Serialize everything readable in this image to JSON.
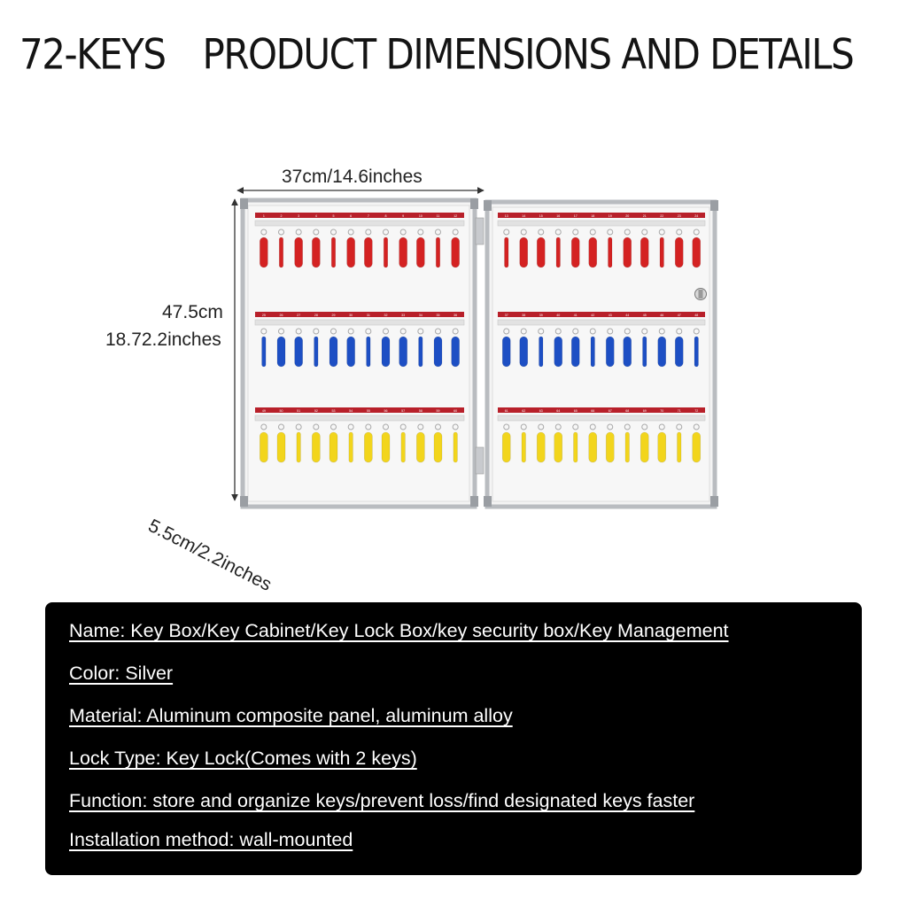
{
  "header": {
    "count_label": "72-KEYS",
    "title": "PRODUCT DIMENSIONS AND DETAILS"
  },
  "dimensions": {
    "width": "37cm/14.6inches",
    "height_cm": "47.5cm",
    "height_in": "18.72.2inches",
    "depth": "5.5cm/2.2inches"
  },
  "cabinet": {
    "rows": [
      {
        "color": "#d42222",
        "left_numbers": [
          "1",
          "2",
          "3",
          "4",
          "5",
          "6",
          "7",
          "8",
          "9",
          "10",
          "11",
          "12"
        ],
        "right_numbers": [
          "13",
          "14",
          "15",
          "16",
          "17",
          "18",
          "19",
          "20",
          "21",
          "22",
          "23",
          "24"
        ]
      },
      {
        "color": "#1d4fc4",
        "left_numbers": [
          "25",
          "26",
          "27",
          "28",
          "29",
          "30",
          "31",
          "32",
          "33",
          "34",
          "35",
          "36"
        ],
        "right_numbers": [
          "37",
          "38",
          "39",
          "40",
          "41",
          "42",
          "43",
          "44",
          "45",
          "46",
          "47",
          "48"
        ]
      },
      {
        "color": "#f2d51c",
        "left_numbers": [
          "49",
          "50",
          "51",
          "52",
          "53",
          "54",
          "55",
          "56",
          "57",
          "58",
          "59",
          "60"
        ],
        "right_numbers": [
          "61",
          "62",
          "63",
          "64",
          "65",
          "66",
          "67",
          "68",
          "69",
          "70",
          "71",
          "72"
        ]
      }
    ],
    "strip_color": "#b8202a",
    "frame_color": "#b9bcc0"
  },
  "specs": [
    "Name: Key Box/Key Cabinet/Key Lock Box/key security box/Key Management",
    "Color: Silver",
    "Material: Aluminum composite panel, aluminum alloy",
    "Lock Type: Key Lock(Comes with 2 keys)",
    "Function: store and organize keys/prevent loss/find designated keys faster",
    "Installation method: wall-mounted"
  ]
}
